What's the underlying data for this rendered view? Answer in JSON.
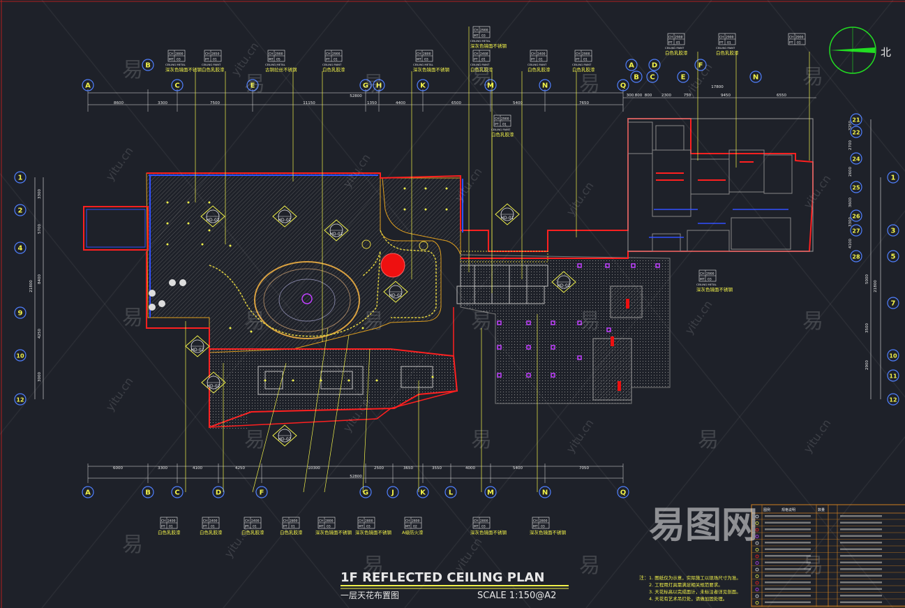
{
  "drawing": {
    "title": "1F REFLECTED  CEILING  PLAN",
    "subtitle": "一层天花布置图",
    "scale": "SCALE  1:150@A2"
  },
  "north_label": "北",
  "grid_top": [
    "A",
    "B",
    "C",
    "E",
    "G",
    "H",
    "K",
    "M",
    "N",
    "Q",
    "A",
    "B",
    "C",
    "D",
    "E",
    "F",
    "N"
  ],
  "grid_bottom": [
    "A",
    "B",
    "C",
    "D",
    "F",
    "G",
    "J",
    "K",
    "L",
    "M",
    "N",
    "Q"
  ],
  "grid_left": [
    "1",
    "2",
    "4",
    "9",
    "10",
    "12"
  ],
  "grid_right_inner": [
    "21",
    "22",
    "24",
    "25",
    "26",
    "27",
    "28"
  ],
  "grid_right_outer": [
    "1",
    "3",
    "5",
    "7",
    "10",
    "11",
    "12"
  ],
  "dims_top": [
    "8600",
    "3300",
    "7500",
    "11150",
    "1350",
    "4400",
    "6500",
    "5400",
    "7650",
    "52800",
    "300",
    "800",
    "800",
    "2300",
    "750",
    "9450",
    "6550",
    "17800"
  ],
  "dims_bottom": [
    "6000",
    "3300",
    "4100",
    "4250",
    "10300",
    "2500",
    "3650",
    "3550",
    "4000",
    "5400",
    "7050",
    "52800"
  ],
  "dims_left": [
    "3300",
    "5700",
    "8400",
    "4250",
    "3000",
    "21800"
  ],
  "dims_right": [
    "3250",
    "2700",
    "2600",
    "3600",
    "3300",
    "4100",
    "5000",
    "3500",
    "2900",
    "21800"
  ],
  "tags_top": [
    {
      "ch": "2800",
      "mt": "03",
      "n": "CEILING METAL",
      "t": "深灰色镜面不锈钢"
    },
    {
      "ch": "2850",
      "mt": "01",
      "n": "CEILING PAINT",
      "t": "白色乳胶漆"
    },
    {
      "ch": "2900",
      "mt": "05",
      "n": "CEILING METAL",
      "t": "古铜拉丝不锈钢"
    },
    {
      "ch": "2900",
      "mt": "01",
      "n": "CEILING PAINT",
      "t": "白色乳胶漆"
    },
    {
      "ch": "2800",
      "mt": "03",
      "n": "CEILING METAL",
      "t": "深灰色镜面不锈钢"
    },
    {
      "ch": "2900",
      "mt": "03",
      "n": "CEILING METAL",
      "t": "深灰色镜面不锈钢"
    },
    {
      "ch": "2400",
      "mt": "01",
      "n": "CEILING PAINT",
      "t": "白色乳胶漆"
    },
    {
      "ch": "2400",
      "mt": "01",
      "n": "CEILING PAINT",
      "t": "白色乳胶漆"
    },
    {
      "ch": "2900",
      "mt": "01",
      "n": "CEILING PAINT",
      "t": "白色乳胶漆"
    },
    {
      "ch": "2900",
      "mt": "01",
      "n": "CEILING PAINT",
      "t": "白色乳胶漆"
    },
    {
      "ch": "2900",
      "mt": "01",
      "n": "CEILING PAINT",
      "t": "白色乳胶漆"
    }
  ],
  "tags_bottom": [
    {
      "ch": "2400",
      "mt": "01",
      "t": "白色乳胶漆"
    },
    {
      "ch": "2400",
      "mt": "01",
      "t": "白色乳胶漆"
    },
    {
      "ch": "2400",
      "mt": "01",
      "t": "白色乳胶漆"
    },
    {
      "ch": "2800",
      "mt": "01",
      "t": "白色乳胶漆"
    },
    {
      "ch": "2800",
      "mt": "03",
      "t": "深灰色镜面不锈钢"
    },
    {
      "ch": "2800",
      "mt": "03",
      "t": "深灰色镜面不锈钢"
    },
    {
      "ch": "2800",
      "mt": "02",
      "t": "A级防火漆"
    },
    {
      "ch": "2800",
      "mt": "03",
      "t": "深灰色镜面不锈钢"
    },
    {
      "ch": "2800",
      "mt": "03",
      "t": "深灰色镜面不锈钢"
    }
  ],
  "mid_tag": {
    "ch": "2900",
    "mt": "03",
    "n": "CEILING METAL",
    "t": "深灰色镜面不锈钢"
  },
  "section_marks": [
    "HD-01",
    "HD-01",
    "HD-01",
    "HD-02",
    "HD-01",
    "HD-01",
    "HD-02",
    "HD-02",
    "HD-02"
  ],
  "notes_label": "注：",
  "notes": [
    "1. 图纸仅为示意，实际施工以现场尺寸为准。",
    "2. 工程用灯具需满足相关规范要求。",
    "3. 天花标高以完成面计，未标注者详见剖面。",
    "4. 天花有艺术吊灯处，请做加固处理。"
  ],
  "legend_header": [
    "图例",
    "规格说明",
    "数量"
  ],
  "watermarks": [
    "易",
    "yitu.cn"
  ],
  "brand_watermark": "易图网",
  "colors": {
    "bg": "#1e2129",
    "yellow": "#f2f24a",
    "red": "#ff2020",
    "blue": "#2f4fff",
    "white": "#e8e8e8",
    "purple": "#c040ff",
    "green": "#22dd22"
  }
}
